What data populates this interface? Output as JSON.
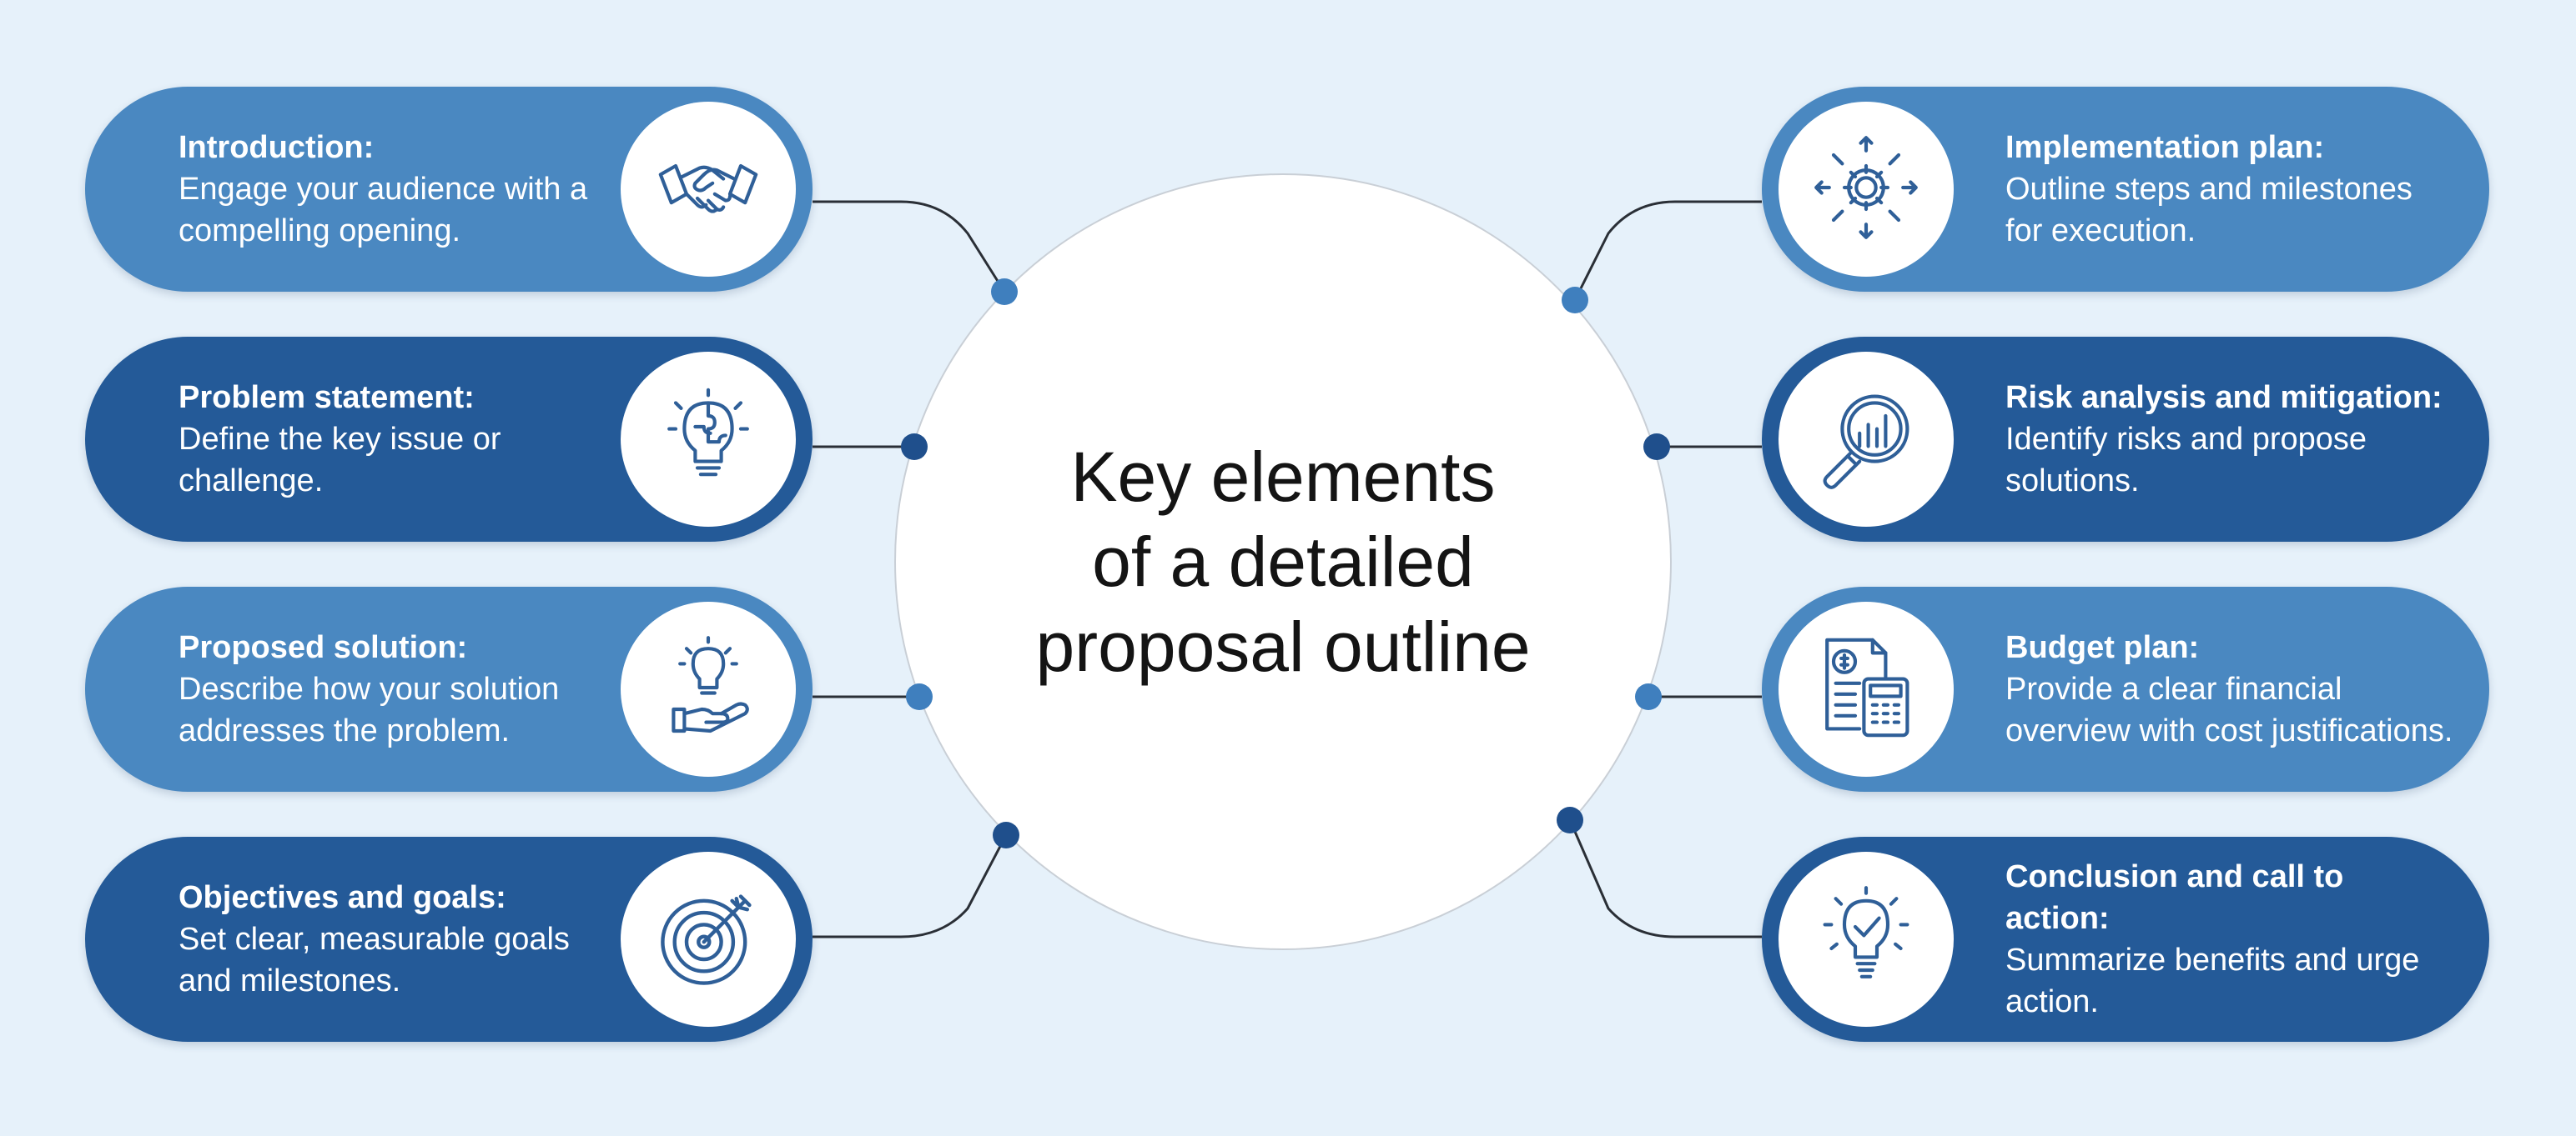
{
  "colors": {
    "background": "#e6f1fa",
    "card_light": "#4a88c1",
    "card_dark": "#245a98",
    "connector": "#2a2f36",
    "dot_light": "#3f7fbe",
    "dot_dark": "#1f4f8c",
    "icon_stroke": "#2f5f98"
  },
  "center": {
    "title_line1": "Key elements",
    "title_line2": "of a detailed",
    "title_line3": "proposal outline"
  },
  "cards": [
    {
      "id": "introduction",
      "title": "Introduction:",
      "body": "Engage your audience with a compelling opening.",
      "icon": "handshake-icon",
      "tone": "light",
      "side": "left"
    },
    {
      "id": "problem-statement",
      "title": "Problem statement:",
      "body": "Define the key issue or challenge.",
      "icon": "puzzle-bulb-icon",
      "tone": "dark",
      "side": "left"
    },
    {
      "id": "proposed-solution",
      "title": "Proposed solution:",
      "body": "Describe how your solution addresses the problem.",
      "icon": "hand-bulb-icon",
      "tone": "light",
      "side": "left"
    },
    {
      "id": "objectives-goals",
      "title": "Objectives and goals:",
      "body": "Set clear, measurable goals and milestones.",
      "icon": "target-arrow-icon",
      "tone": "dark",
      "side": "left"
    },
    {
      "id": "implementation-plan",
      "title": "Implementation plan:",
      "body": "Outline steps and milestones for execution.",
      "icon": "gear-arrows-icon",
      "tone": "light",
      "side": "right"
    },
    {
      "id": "risk-analysis",
      "title": "Risk analysis and mitigation:",
      "body": "Identify risks and propose solutions.",
      "icon": "magnifier-chart-icon",
      "tone": "dark",
      "side": "right"
    },
    {
      "id": "budget-plan",
      "title": "Budget plan:",
      "body": "Provide a clear financial overview with cost justifications.",
      "icon": "document-calculator-icon",
      "tone": "light",
      "side": "right"
    },
    {
      "id": "conclusion-cta",
      "title": "Conclusion and call to action:",
      "body": "Summarize benefits and urge action.",
      "icon": "lightbulb-check-icon",
      "tone": "dark",
      "side": "right"
    }
  ]
}
